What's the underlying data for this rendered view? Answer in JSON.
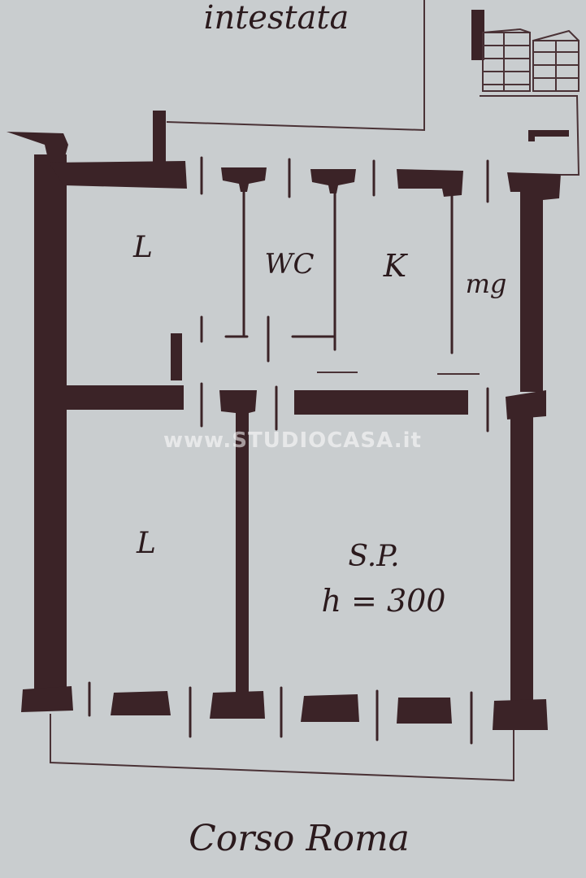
{
  "labels": {
    "top_street": "intestata",
    "bottom_street": "Corso Roma",
    "room_l_top": "L",
    "room_wc": "WC",
    "room_k": "K",
    "room_mg": "mg",
    "room_l_bottom": "L",
    "room_sp": "S.P.",
    "room_sp_height": "h = 300"
  },
  "watermark": "www.STUDIOCASA.it",
  "colors": {
    "paper": "#c9cdcf",
    "wall": "#3b2327",
    "ink": "#2b1a1d"
  }
}
